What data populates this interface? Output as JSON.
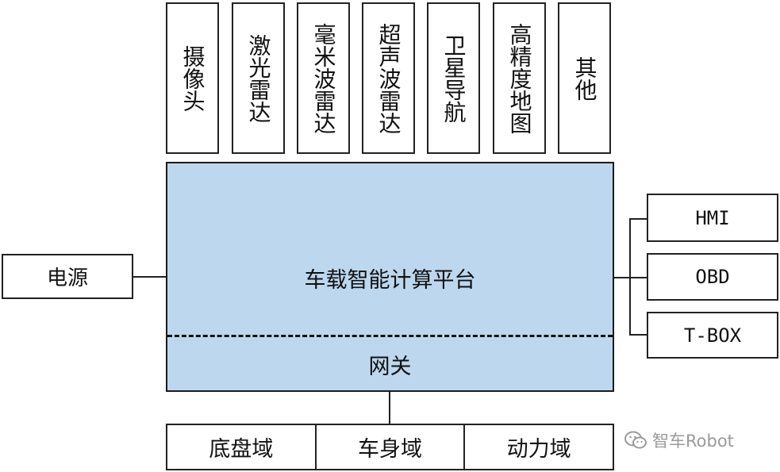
{
  "sensors": [
    "摄像头",
    "激光雷达",
    "毫米波雷达",
    "超声波雷达",
    "卫星导航",
    "高精度地图",
    "其他"
  ],
  "platform": {
    "title": "车载智能计算平台",
    "gateway": "网关"
  },
  "power": "电源",
  "interfaces": [
    "HMI",
    "OBD",
    "T-BOX"
  ],
  "domains": [
    "底盘域",
    "车身域",
    "动力域"
  ],
  "watermark": "智车Robot"
}
